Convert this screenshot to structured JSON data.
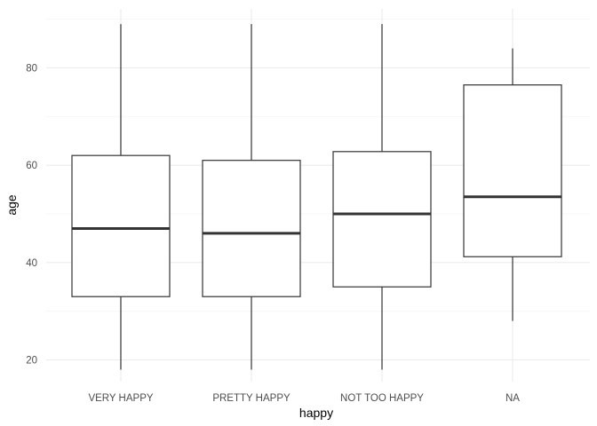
{
  "chart_data": {
    "type": "boxplot",
    "xlabel": "happy",
    "ylabel": "age",
    "ylim": [
      15,
      90
    ],
    "y_ticks": [
      20,
      40,
      60,
      80
    ],
    "grid": true,
    "categories": [
      "VERY HAPPY",
      "PRETTY HAPPY",
      "NOT TOO HAPPY",
      "NA"
    ],
    "boxes": [
      {
        "category": "VERY HAPPY",
        "min": 18,
        "q1": 33,
        "median": 47,
        "q3": 62,
        "max": 89
      },
      {
        "category": "PRETTY HAPPY",
        "min": 18,
        "q1": 33,
        "median": 46,
        "q3": 61,
        "max": 89
      },
      {
        "category": "NOT TOO HAPPY",
        "min": 18,
        "q1": 35,
        "median": 50,
        "q3": 62.8,
        "max": 89
      },
      {
        "category": "NA",
        "min": 28,
        "q1": 41.2,
        "median": 53.5,
        "q3": 76.5,
        "max": 84
      }
    ],
    "colors": {
      "box_stroke": "#333333",
      "box_fill": "#ffffff",
      "grid_major": "#ebebeb",
      "grid_minor": "#f5f5f5",
      "tick_text": "#4d4d4d"
    }
  }
}
